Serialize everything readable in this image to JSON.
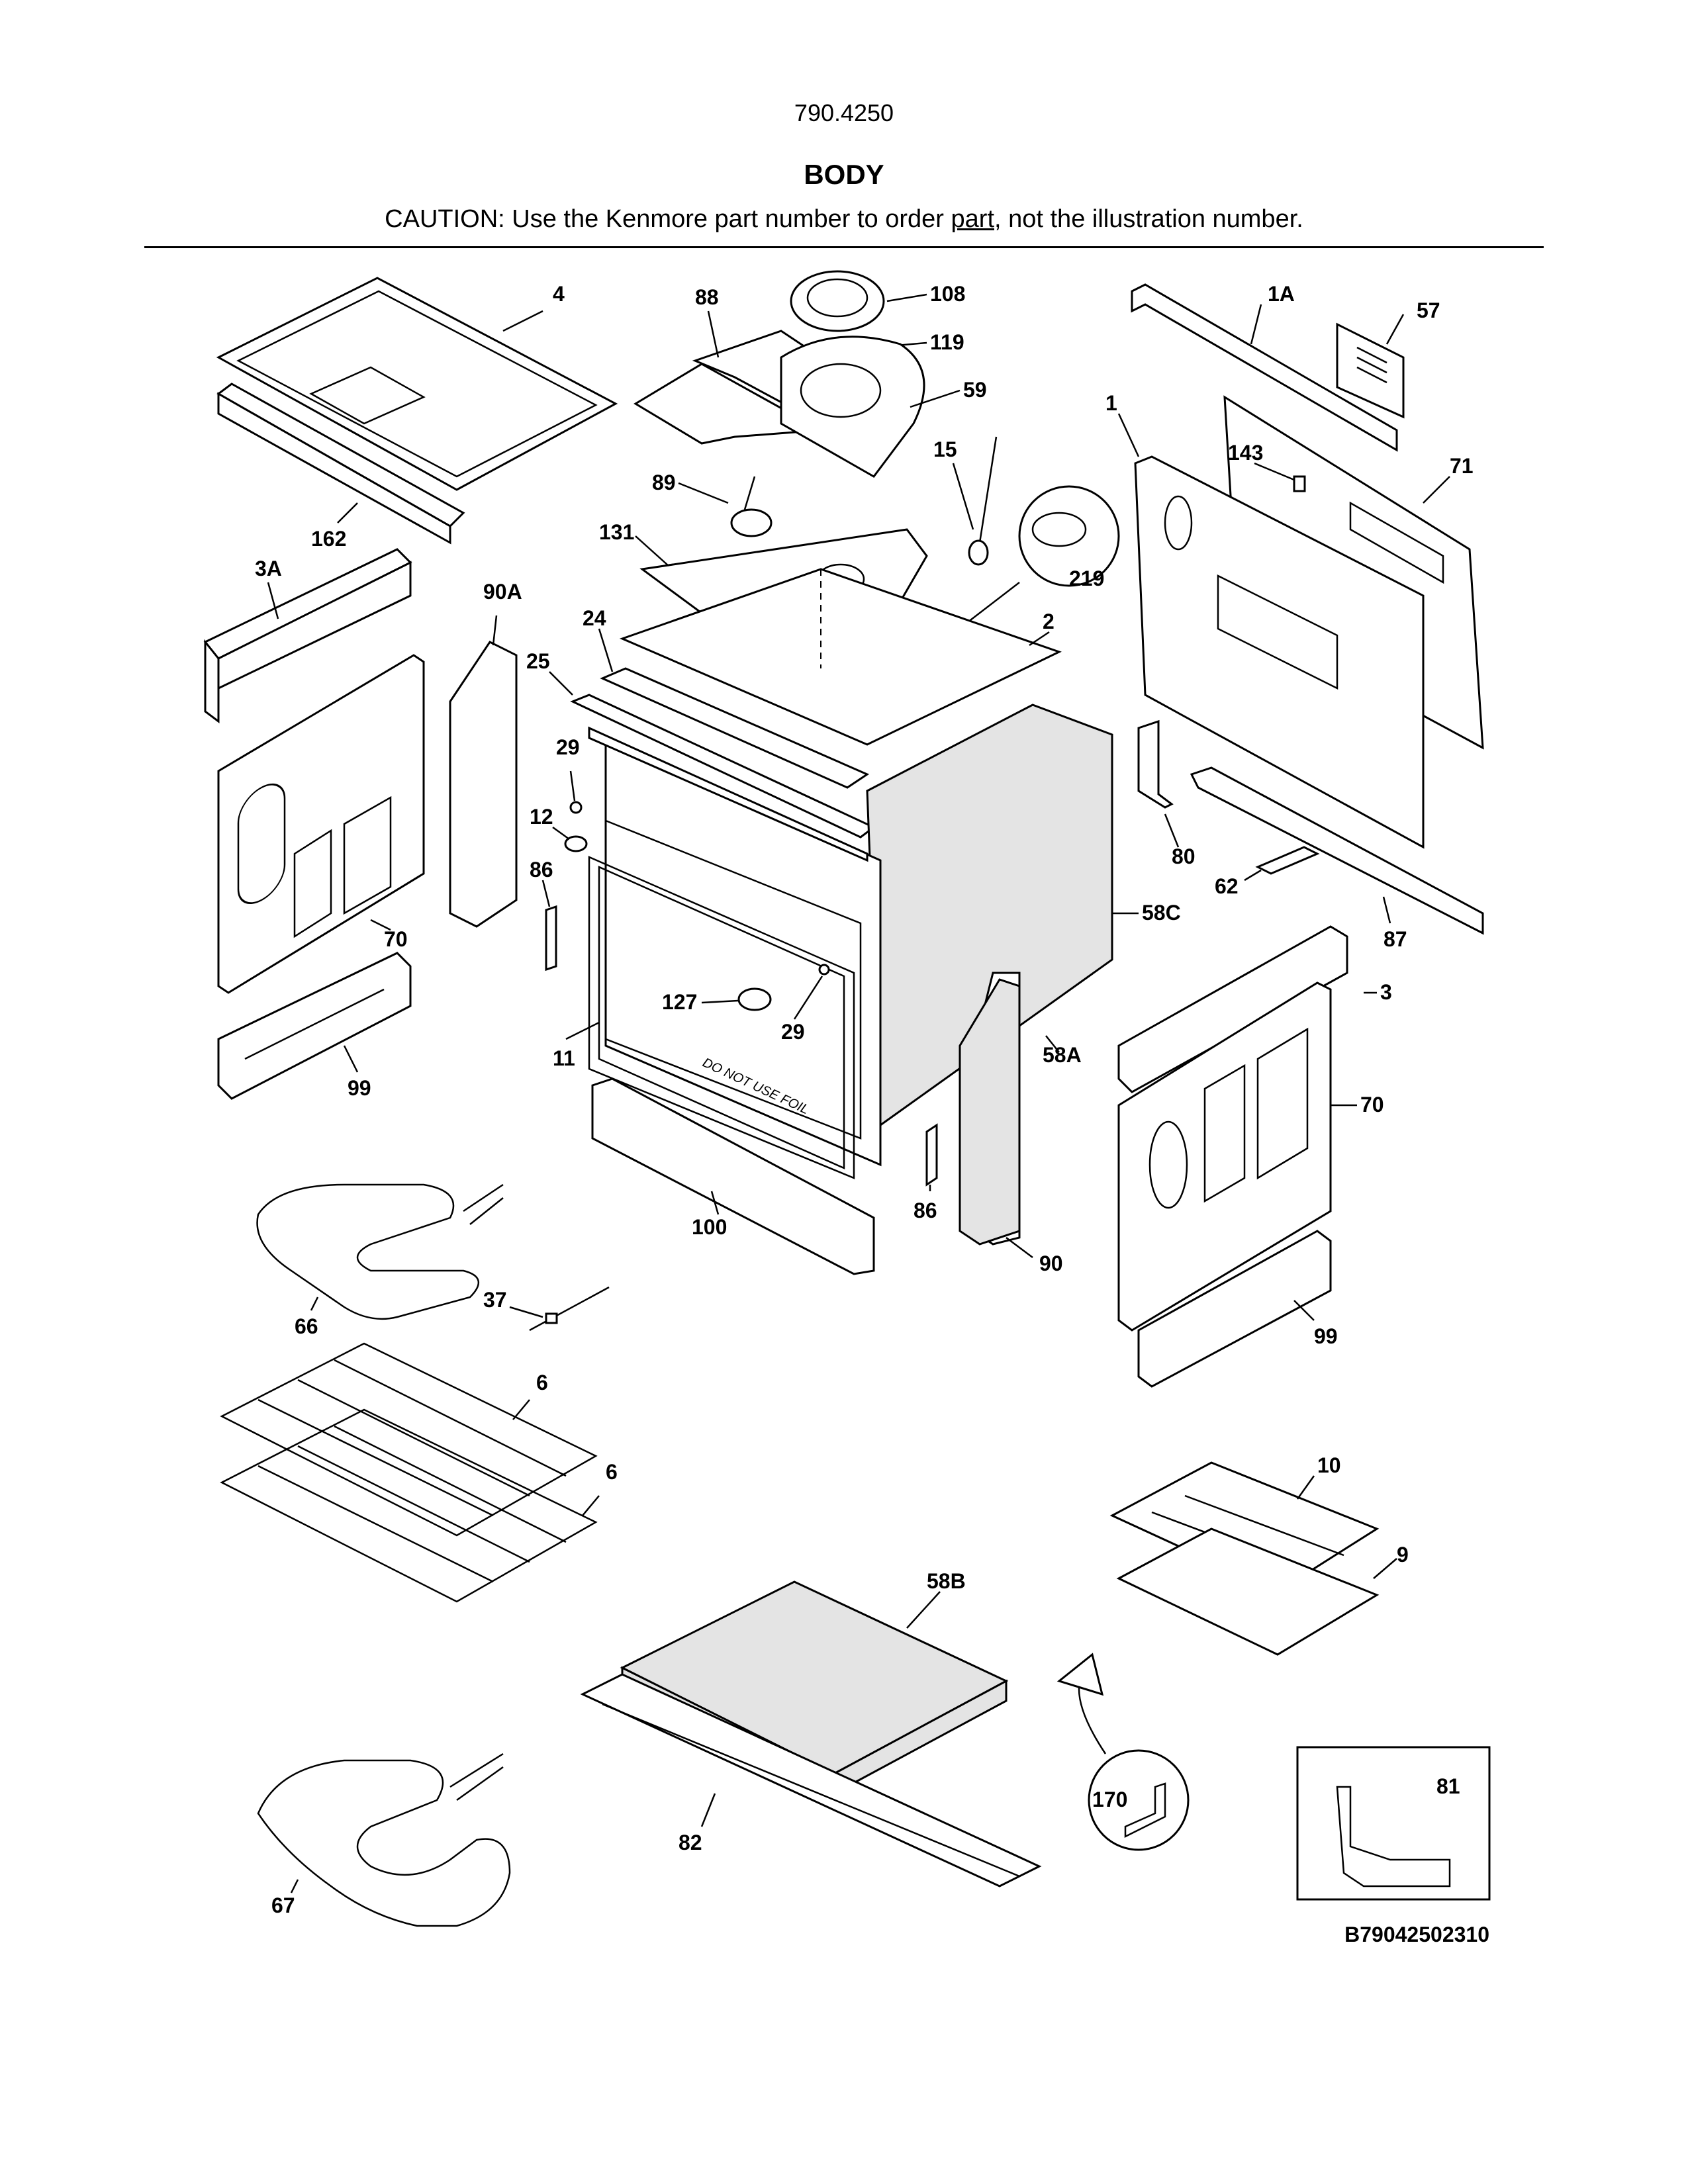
{
  "header": {
    "model_number": "790.4250",
    "section_title": "BODY",
    "caution_before": "CAUTION: Use the Kenmore part number to order ",
    "caution_underlined": "part",
    "caution_after": ", not the illustration number."
  },
  "figure_code": "B79042502310",
  "callouts": {
    "c4": "4",
    "c88": "88",
    "c108": "108",
    "c119": "119",
    "c59": "59",
    "c1A": "1A",
    "c57": "57",
    "c1": "1",
    "c143": "143",
    "c71": "71",
    "c15": "15",
    "c89": "89",
    "c162": "162",
    "c131": "131",
    "c219": "219",
    "c3A": "3A",
    "c90A": "90A",
    "c24": "24",
    "c2": "2",
    "c25": "25",
    "c29a": "29",
    "c12": "12",
    "c86a": "86",
    "c70a": "70",
    "c80": "80",
    "c62": "62",
    "c58C": "58C",
    "c87": "87",
    "c3": "3",
    "c127": "127",
    "c29b": "29",
    "c11": "11",
    "c99a": "99",
    "c58A": "58A",
    "c70b": "70",
    "c100": "100",
    "c86b": "86",
    "c90": "90",
    "c66": "66",
    "c37": "37",
    "c99b": "99",
    "c6a": "6",
    "c6b": "6",
    "c10": "10",
    "c9": "9",
    "c58B": "58B",
    "c170": "170",
    "c81": "81",
    "c82": "82",
    "c67": "67"
  },
  "stencil_text": "DO NOT USE FOIL"
}
